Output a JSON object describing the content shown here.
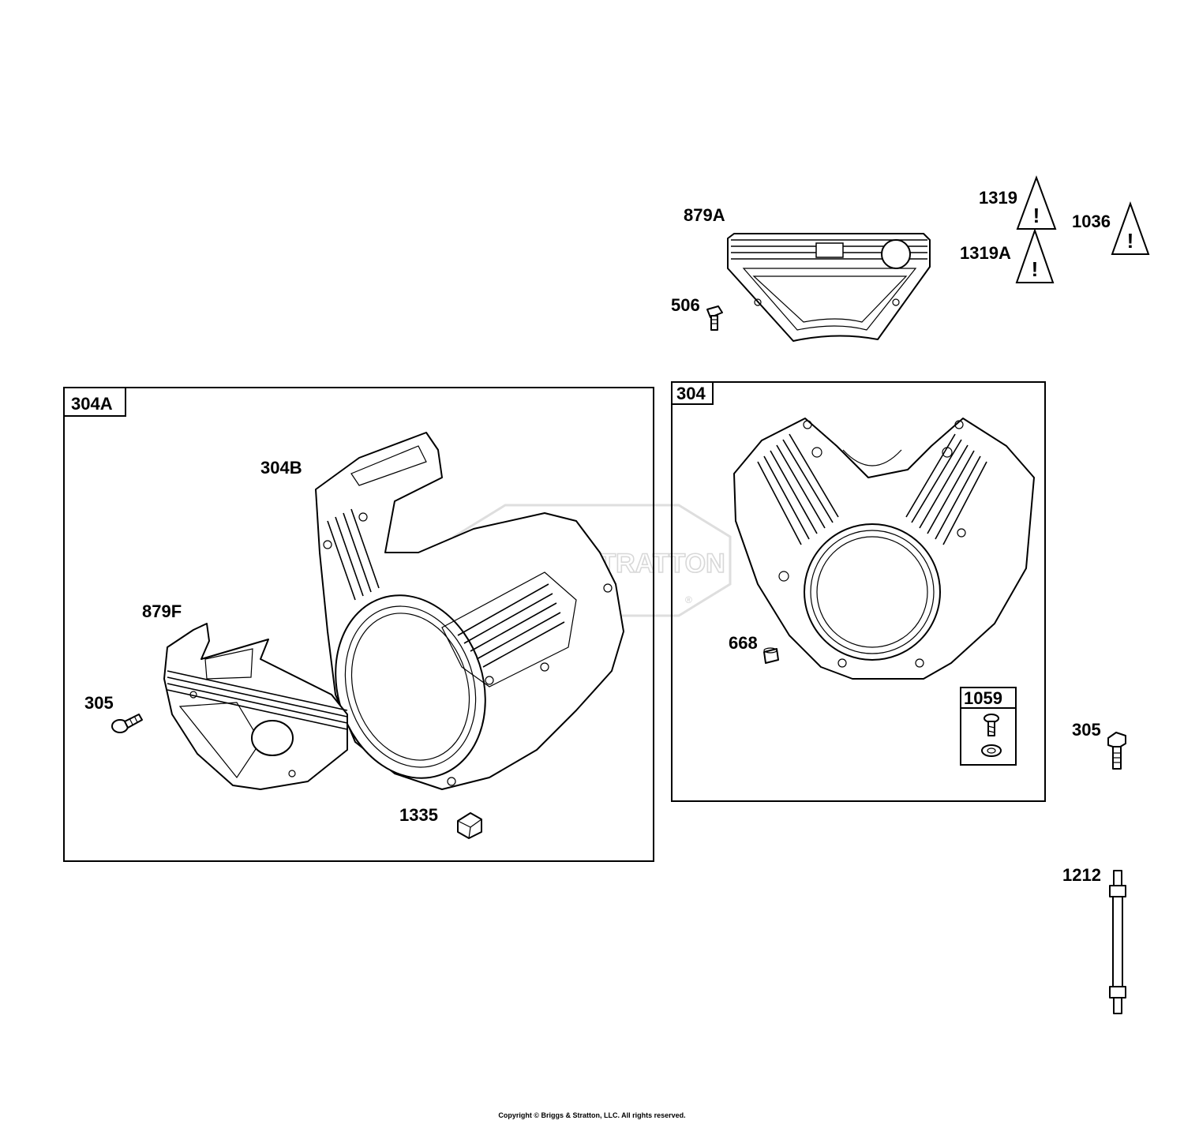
{
  "watermark": "BRIGGS&STRATTON",
  "registered_mark": "®",
  "copyright": "Copyright © Briggs & Stratton, LLC. All rights reserved.",
  "boxes": {
    "left": "304A",
    "right": "304",
    "hardware_kit": "1059"
  },
  "callouts": {
    "p879a": "879A",
    "p1319": "1319",
    "p1036": "1036",
    "p1319a": "1319A",
    "p506": "506",
    "p304b": "304B",
    "p879f": "879F",
    "p305_left": "305",
    "p1335": "1335",
    "p668": "668",
    "p305_right": "305",
    "p1212": "1212"
  },
  "warning_symbol": "!"
}
